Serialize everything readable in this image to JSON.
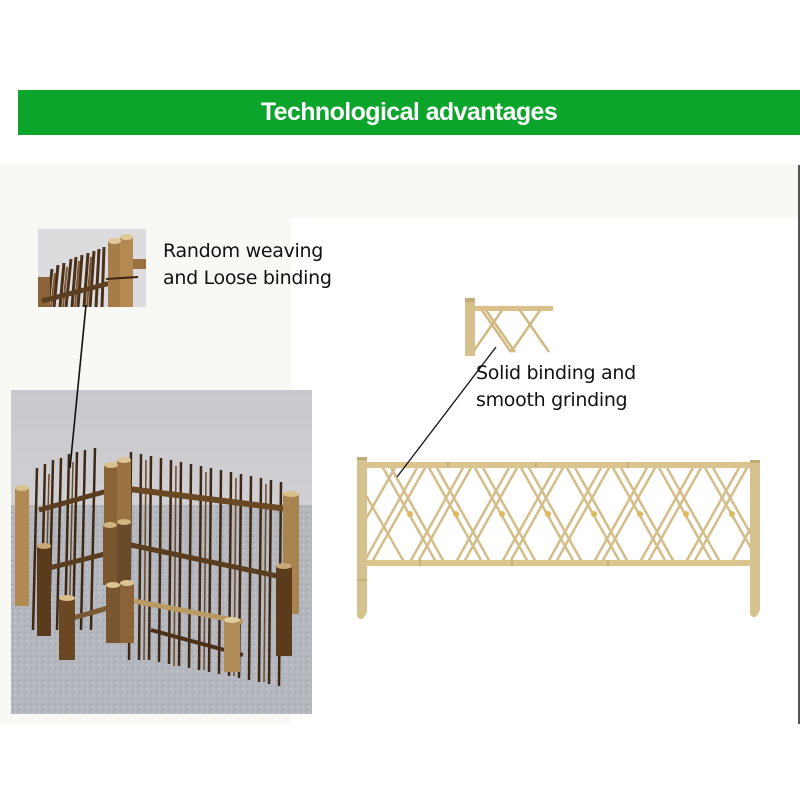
{
  "banner": {
    "title": "Technological advantages",
    "color": "#0aa52a"
  },
  "left_feature": {
    "caption_line1": "Random weaving",
    "caption_line2": "and Loose binding",
    "detail_thumbnail": "dark-twig-fence-closeup",
    "main_photo": "dark-twig-bamboo-fence-corner"
  },
  "right_feature": {
    "caption_line1": "Solid binding and",
    "caption_line2": "smooth grinding",
    "detail_thumbnail": "light-bamboo-lattice-closeup",
    "main_photo": "light-bamboo-lattice-fence"
  },
  "colors": {
    "background_panel": "#f8f8f4",
    "bamboo_light": "#d8c28f",
    "bamboo_dark": "#6b4a2a",
    "text": "#111111"
  }
}
